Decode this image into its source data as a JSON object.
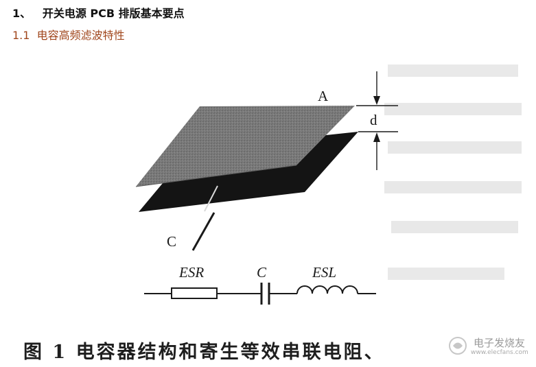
{
  "heading": {
    "number": "1、",
    "title": "开关电源 PCB 排版基本要点"
  },
  "subheading": {
    "number": "1.1",
    "title": "电容高频滤波特性"
  },
  "figure": {
    "labels": {
      "plate_a": "A",
      "gap_d": "d",
      "lead_c": "C"
    },
    "circuit": {
      "esr": "ESR",
      "c": "C",
      "esl": "ESL"
    },
    "caption": "图 1    电容器结构和寄生等效串联电阻、",
    "watermark": {
      "text": "电子发烧友",
      "site": "www.elecfans.com"
    },
    "colors": {
      "top_plate": "#777777",
      "bottom_plate": "#141414",
      "ink": "#1a1a1a"
    }
  }
}
